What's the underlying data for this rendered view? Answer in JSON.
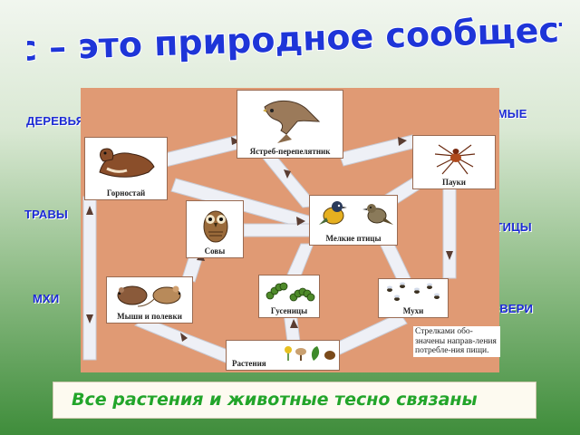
{
  "title": "Лес – это природное сообщество",
  "side_labels": {
    "trees": "ДЕРЕВЬЯ",
    "grasses": "ТРАВЫ",
    "mosses": "МХИ",
    "insects": "НАСЕКОМЫЕ",
    "birds": "ПТИЦЫ",
    "beasts": "ЗВЕРИ"
  },
  "diagram": {
    "nodes": {
      "hawk": "Ястреб-перепелятник",
      "stoat": "Горностай",
      "spiders": "Пауки",
      "owls": "Совы",
      "small_birds": "Мелкие птицы",
      "mice": "Мыши и полевки",
      "caterpillars": "Гусеницы",
      "flies": "Мухи",
      "plants": "Растения"
    },
    "note": "Стрелками обо-значены направ-ления потребле-ния пищи."
  },
  "banner_text": "Все растения и животные тесно связаны",
  "colors": {
    "title_fill": "#1e35d8",
    "label_text": "#1d2bd6",
    "banner_text": "#22a52a",
    "diagram_bg": "#e09a74",
    "arrow_band": "#eef0f6"
  }
}
